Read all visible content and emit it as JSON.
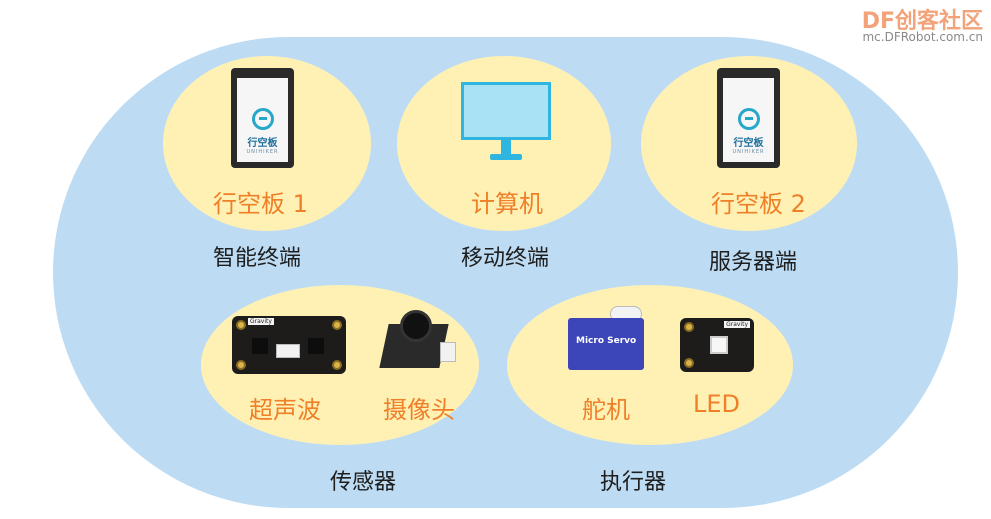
{
  "watermark": {
    "brand": "DF",
    "brand_cn": "创客社区",
    "url": "mc.DFRobot.com.cn"
  },
  "devices": {
    "board1": {
      "label": "行空板 1",
      "group": "智能终端",
      "screen_text": "行空板",
      "screen_sub": "UNIHIKER"
    },
    "computer": {
      "label": "计算机",
      "group": "移动终端"
    },
    "board2": {
      "label": "行空板 2",
      "group": "服务器端",
      "screen_text": "行空板",
      "screen_sub": "UNIHIKER"
    }
  },
  "sensors": {
    "group": "传感器",
    "ultrasonic": {
      "label": "超声波",
      "tag": "Gravity"
    },
    "camera": {
      "label": "摄像头"
    }
  },
  "actuators": {
    "group": "执行器",
    "servo": {
      "label": "舵机",
      "body_text": "Micro Servo"
    },
    "led": {
      "label": "LED",
      "tag": "Gravity"
    }
  },
  "colors": {
    "outer_bg": "#bddcf4",
    "ellipse_bg": "#fff1b4",
    "label_orange": "#ef7f28",
    "label_black": "#1e1e1e",
    "accent_cyan": "#2eb6e0",
    "servo_blue": "#3d46b8"
  }
}
